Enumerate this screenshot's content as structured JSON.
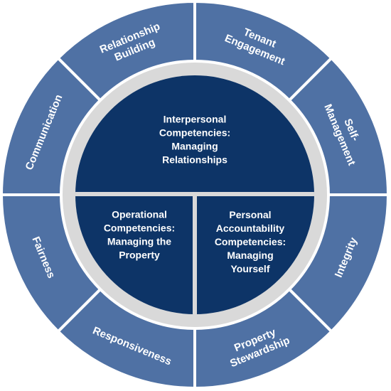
{
  "outer_ring": [
    {
      "lines": [
        "Communication"
      ]
    },
    {
      "lines": [
        "Relationship",
        "Building"
      ]
    },
    {
      "lines": [
        "Tenant",
        "Engagement"
      ]
    },
    {
      "lines": [
        "Self-",
        "Management"
      ]
    },
    {
      "lines": [
        "Integrity"
      ]
    },
    {
      "lines": [
        "Property",
        "Stewardship"
      ]
    },
    {
      "lines": [
        "Responsiveness"
      ]
    },
    {
      "lines": [
        "Fairness"
      ]
    }
  ],
  "core": {
    "top": {
      "lines": [
        "Interpersonal",
        "Competencies:",
        "Managing",
        "Relationships"
      ]
    },
    "bottom_left": {
      "lines": [
        "Operational",
        "Competencies:",
        "Managing the",
        "Property"
      ]
    },
    "bottom_right": {
      "lines": [
        "Personal",
        "Accountability",
        "Competencies:",
        "Managing",
        "Yourself"
      ]
    }
  },
  "colors": {
    "outer_segment": "#4f71a4",
    "ring": "#d9d9d9",
    "core": "#0d3467"
  }
}
